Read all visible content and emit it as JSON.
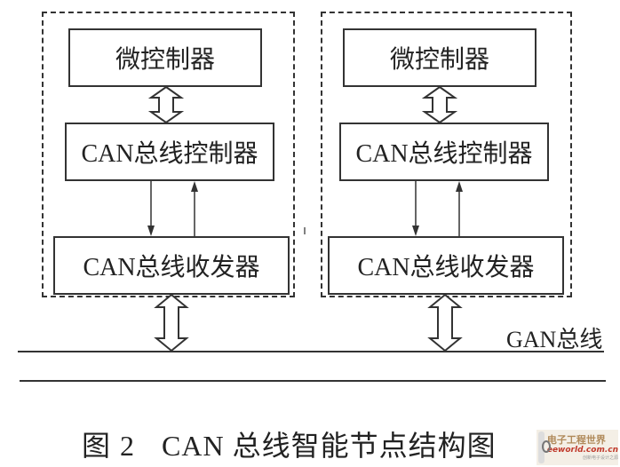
{
  "nodes": [
    {
      "microcontroller": "微控制器",
      "can_controller": "CAN总线控制器",
      "can_transceiver": "CAN总线收发器"
    },
    {
      "microcontroller": "微控制器",
      "can_controller": "CAN总线控制器",
      "can_transceiver": "CAN总线收发器"
    }
  ],
  "bus": {
    "label": "GAN总线"
  },
  "caption": {
    "figure": "图",
    "number": "2",
    "title": "CAN 总线智能节点结构图"
  },
  "watermark": {
    "name_cn": "电子工程世界",
    "url": "eeworld.com.cn",
    "tagline": "创新电子设计之源"
  },
  "colors": {
    "line": "#333333",
    "background": "#ffffff"
  }
}
